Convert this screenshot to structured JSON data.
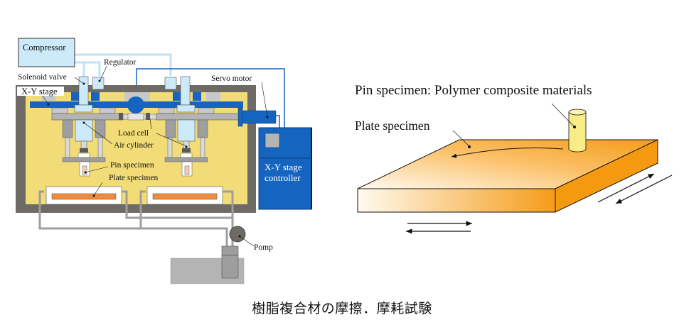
{
  "apparatus": {
    "labels": {
      "compressor": "Compressor",
      "regulator": "Regulator",
      "solenoid_valve": "Solenoid valve",
      "xy_stage": "X-Y stage",
      "servo_motor": "Servo motor",
      "load_cell": "Load cell",
      "air_cylinder": "Air cylinder",
      "pin_specimen": "Pin specimen",
      "plate_specimen": "Plate specimen",
      "controller_line1": "X-Y stage",
      "controller_line2": "controller",
      "pump": "Pomp"
    },
    "colors": {
      "chamber_fill": "#f2dc78",
      "chamber_frame": "#6e6a66",
      "stage_blue": "#1565c0",
      "air_line": "#bfe3f5",
      "light_blue_part": "#cdeaf8",
      "plate_orange": "#f08a3c",
      "gray_part": "#b4b4b4",
      "pin_color": "#f5cfb0"
    }
  },
  "specimen_schematic": {
    "pin_label": "Pin specimen: Polymer composite materials",
    "plate_label": "Plate specimen",
    "colors": {
      "plate_light": "#fff6e6",
      "plate_dark": "#f7a11a",
      "plate_side": "#f59a10",
      "pin_fill": "#f7ec86"
    }
  },
  "caption": "樹脂複合材の摩擦．摩耗試験"
}
